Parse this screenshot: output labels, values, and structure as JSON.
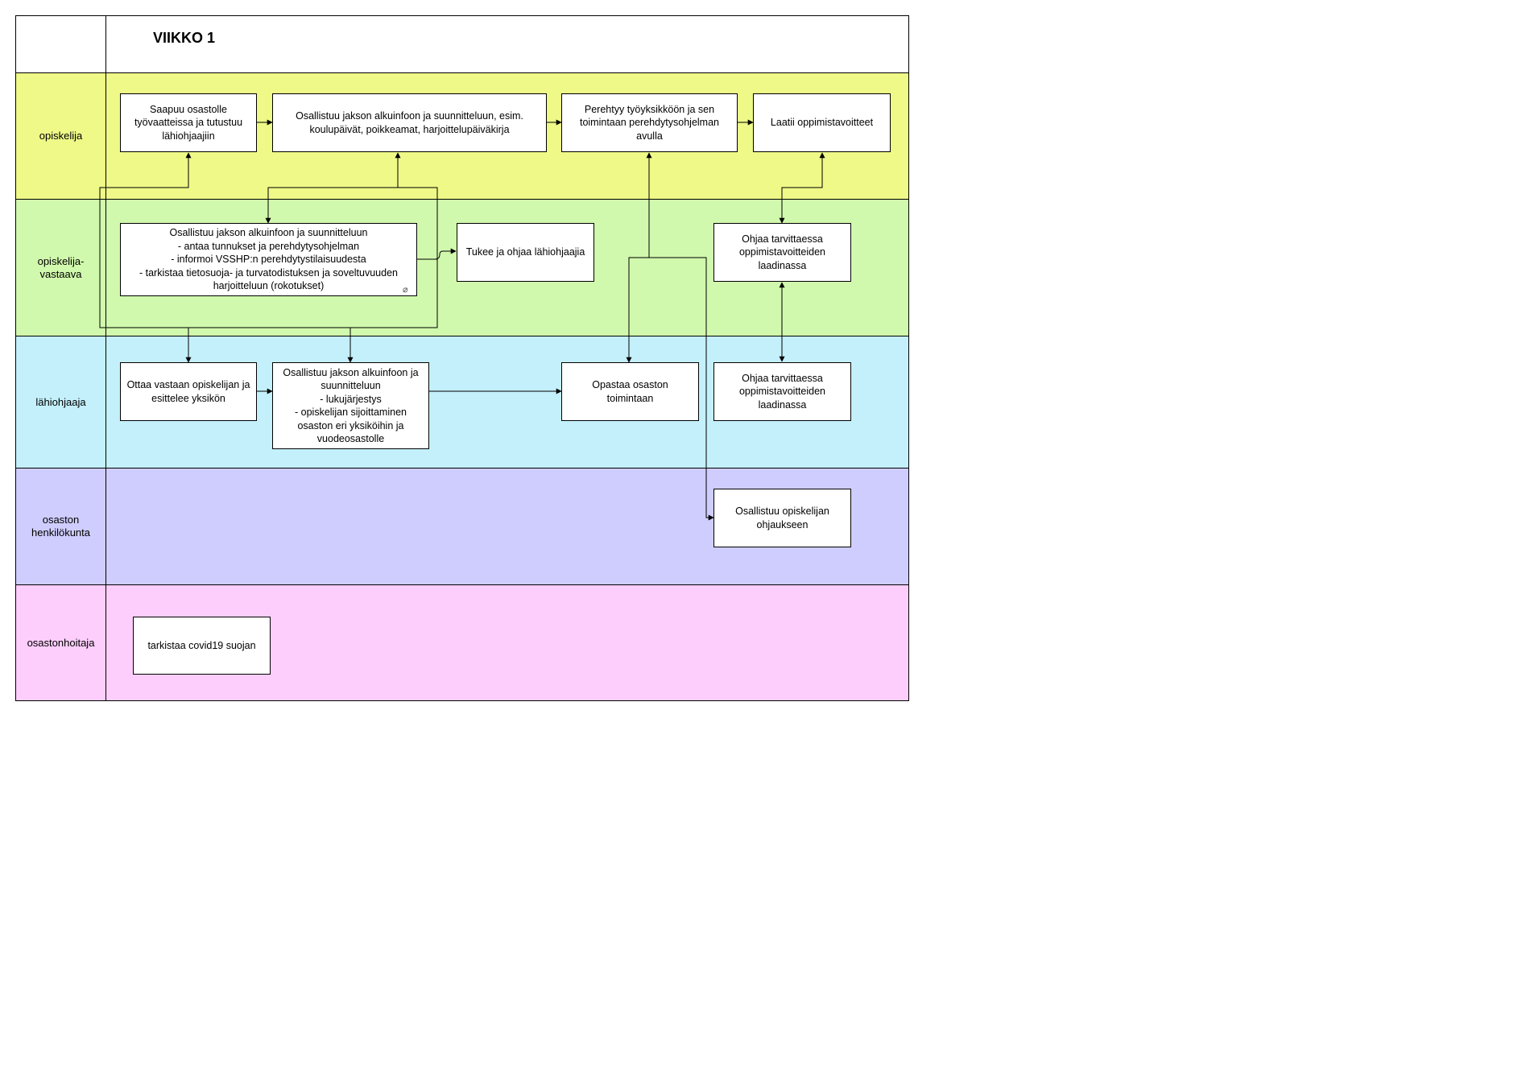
{
  "title": "VIIKKO 1",
  "colors": {
    "lane_opiskelija": "#eef988",
    "lane_vastaava": "#d1f9ad",
    "lane_lahiohjaaja": "#c3f0fb",
    "lane_henkilokunta": "#cfcdfe",
    "lane_osastonhoitaja": "#fdcefc"
  },
  "lanes": [
    {
      "id": "opiskelija",
      "label": "opiskelija"
    },
    {
      "id": "vastaava",
      "label": "opiskelija-\nvastaava"
    },
    {
      "id": "lahiohjaaja",
      "label": "lähiohjaaja"
    },
    {
      "id": "henkilokunta",
      "label": "osaston\nhenkilökunta"
    },
    {
      "id": "osastonhoitaja",
      "label": "osastonhoitaja"
    }
  ],
  "boxes": {
    "saapuu": "Saapuu osastolle\ntyövaatteissa ja tutustuu\nlähiohjaajiin",
    "osallistuu_esim": "Osallistuu jakson alkuinfoon ja suunnitteluun, esim.\nkoulupäivät, poikkeamat, harjoittelupäiväkirja",
    "perehtyy": "Perehtyy työyksikköön ja sen\ntoimintaan perehdytysohjelman\navulla",
    "laatii": "Laatii oppimistavoitteet",
    "vastaava_osallistuu": "Osallistuu jakson alkuinfoon ja suunnitteluun\n- antaa tunnukset ja perehdytysohjelman\n- informoi VSSHP:n perehdytystilaisuudesta\n- tarkistaa tietosuoja- ja turvatodistuksen ja soveltuvuuden\nharjoitteluun (rokotukset)",
    "tukee": "Tukee ja ohjaa lähiohjaajia",
    "ohjaa_vastaava": "Ohjaa tarvittaessa\noppimistavoitteiden\nlaadinassa",
    "ottaa": "Ottaa vastaan opiskelijan ja\nesittelee yksikön",
    "lahi_osallistuu": "Osallistuu jakson alkuinfoon ja\nsuunnitteluun\n- lukujärjestys\n- opiskelijan sijoittaminen\nosaston eri yksiköihin ja\nvuodeosastolle",
    "opastaa": "Opastaa osaston\ntoimintaan",
    "ohjaa_lahi": "Ohjaa tarvittaessa\noppimistavoitteiden\nlaadinassa",
    "henk_osallistuu": "Osallistuu opiskelijan\nohjaukseen",
    "tarkistaa": "tarkistaa covid19 suojan"
  }
}
